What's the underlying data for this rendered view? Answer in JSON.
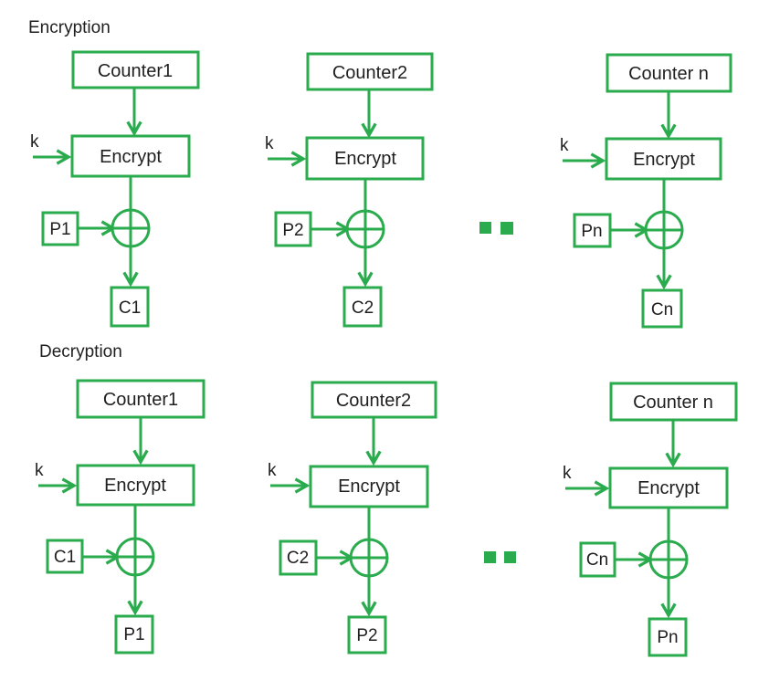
{
  "colors": {
    "accent_green": "#2aab4d",
    "text": "#1f1f1f",
    "background": "#ffffff"
  },
  "symbols": {
    "xor": "circle-plus (XOR)",
    "ellipsis": "two filled squares"
  },
  "sections": [
    {
      "title": "Encryption",
      "columns": [
        {
          "counter": "Counter1",
          "key": "k",
          "block": "Encrypt",
          "input": "P1",
          "output": "C1"
        },
        {
          "counter": "Counter2",
          "key": "k",
          "block": "Encrypt",
          "input": "P2",
          "output": "C2"
        },
        {
          "counter": "Counter n",
          "key": "k",
          "block": "Encrypt",
          "input": "Pn",
          "output": "Cn"
        }
      ]
    },
    {
      "title": "Decryption",
      "columns": [
        {
          "counter": "Counter1",
          "key": "k",
          "block": "Encrypt",
          "input": "C1",
          "output": "P1"
        },
        {
          "counter": "Counter2",
          "key": "k",
          "block": "Encrypt",
          "input": "C2",
          "output": "P2"
        },
        {
          "counter": "Counter n",
          "key": "k",
          "block": "Encrypt",
          "input": "Cn",
          "output": "Pn"
        }
      ]
    }
  ]
}
